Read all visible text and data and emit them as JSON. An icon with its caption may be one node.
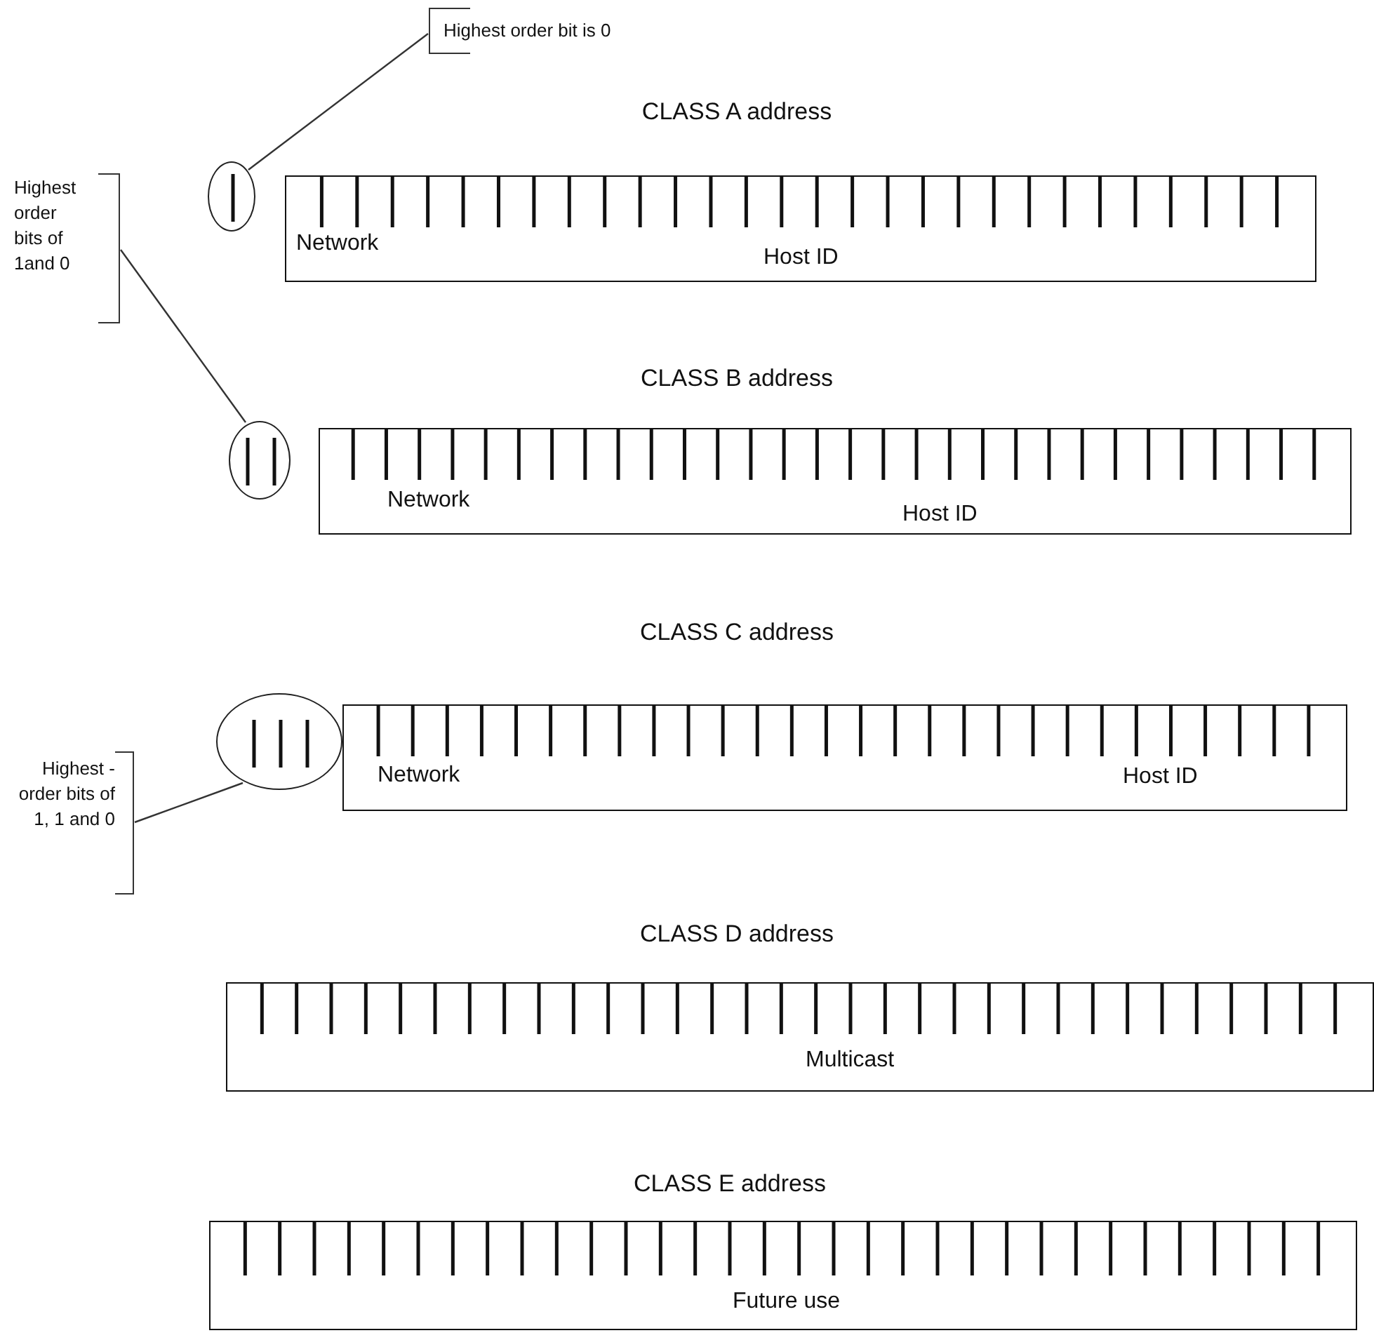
{
  "diagram": {
    "nodes": [
      {
        "text": [
          "Highest order bit is 0"
        ]
      },
      {
        "text": [
          "CLASS A address",
          "Network",
          "Host ID"
        ]
      },
      {
        "text": [],
        "shape": "circle"
      },
      {
        "text": [
          "Highest order bits of 1and 0"
        ]
      },
      {
        "text": [
          "CLASS B address",
          "Network",
          "Host ID"
        ]
      },
      {
        "text": [],
        "shape": "circle"
      },
      {
        "text": [
          "CLASS C address",
          "Network",
          "Host ID"
        ]
      },
      {
        "text": [],
        "shape": "circle"
      },
      {
        "text": [
          "Highest - order bits of 1, 1 and 0"
        ]
      },
      {
        "text": [
          "CLASS D address",
          "Multicast"
        ]
      },
      {
        "text": [
          "CLASS E address",
          "Future use"
        ]
      }
    ],
    "edges": [
      {
        "from": 0,
        "to": 2,
        "arrow": "none"
      },
      {
        "from": 3,
        "to": 5,
        "arrow": "none"
      },
      {
        "from": 8,
        "to": 7,
        "arrow": "none"
      }
    ]
  }
}
